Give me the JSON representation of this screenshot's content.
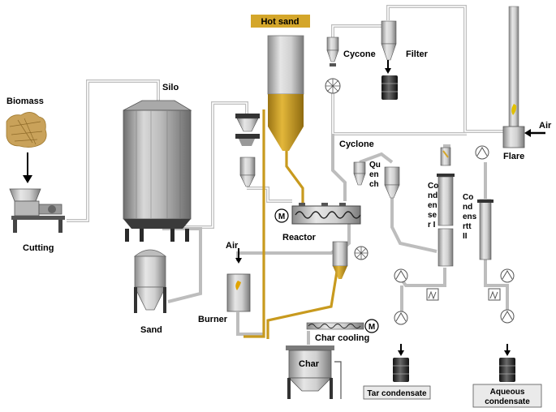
{
  "colors": {
    "hot_sand": "#d4a62a",
    "sand_pipe": "#c89a1e",
    "pipe": "#bdbdbd",
    "equipment": "#c9c9c9",
    "silo_dark": "#3a3a3a",
    "drum": "#2c2c2c",
    "label_box": "#eaeaea"
  },
  "labels": {
    "hot_sand": "Hot sand",
    "biomass": "Biomass",
    "silo": "Silo",
    "cutting": "Cutting",
    "sand": "Sand",
    "air_burner": "Air",
    "burner": "Burner",
    "reactor": "Reactor",
    "cyclone_top": "Cycone",
    "filter": "Filter",
    "cyclone_mid": "Cyclone",
    "quench": [
      "Qu",
      "en",
      "ch"
    ],
    "condenser1": [
      "Co",
      "nd",
      "en",
      "se",
      "r I"
    ],
    "condenser2": [
      "Co",
      "nd",
      "ens",
      "rtt",
      "II"
    ],
    "air_flare": "Air",
    "flare": "Flare",
    "char_cooling": "Char cooling",
    "char": "Char",
    "motor": "M",
    "tar_condensate": "Tar condensate",
    "aqueous_condensate": [
      "Aqueous",
      "condensate"
    ]
  },
  "icons": [
    "biomass-photo",
    "shredder-icon",
    "silo-icon",
    "drum-icon",
    "pump-icon",
    "heat-exchanger-icon",
    "valve-icon",
    "motor-icon",
    "flame-icon",
    "arrow-icon"
  ]
}
